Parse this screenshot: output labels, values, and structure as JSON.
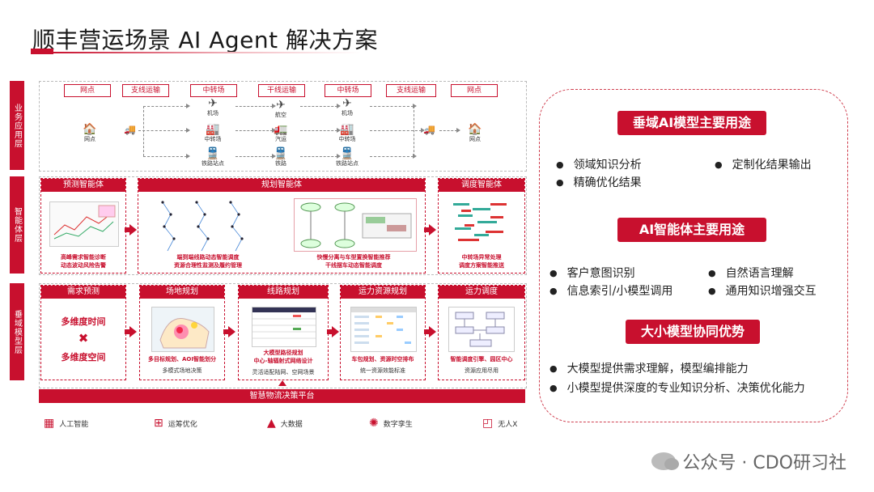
{
  "title": "顺丰营运场景 AI Agent 解决方案",
  "layers": {
    "business": "业务应用层",
    "agent": "智能体层",
    "model": "垂域模型层"
  },
  "business": {
    "tags": [
      "网点",
      "支线运输",
      "中转场",
      "干线运输",
      "中转场",
      "支线运输",
      "网点"
    ],
    "items": {
      "origin": "网点",
      "airport1": "机场",
      "hub1": "中转场",
      "rail1": "铁路站点",
      "air": "航空",
      "truck": "汽运",
      "rail": "铁路",
      "airport2": "机场",
      "hub2": "中转场",
      "rail2": "铁路站点",
      "dest": "网点"
    }
  },
  "agents": {
    "predict": {
      "title": "预测智能体",
      "cap": "高峰需求智能诊断\n动态波动风险告警"
    },
    "plan": {
      "title": "规划智能体",
      "cap1": "端到端线路动态智能调度\n资源合理性监测及履约管理",
      "cap2": "快慢分离与车型置换智能推荐\n干线摆车动态智能调度"
    },
    "dispatch": {
      "title": "调度智能体",
      "cap": "中转场异常处理\n调度方案智能推送"
    }
  },
  "models": {
    "demand": {
      "title": "需求预测",
      "line1": "多维度时间",
      "x": "✖",
      "line2": "多维度空间"
    },
    "site": {
      "title": "场地规划",
      "cap": "多目标规划、AOI智能划分",
      "sub": "多模式场地决策"
    },
    "route": {
      "title": "线路规划",
      "cap": "大模型路径规划\n中心-轴辐射式网络设计",
      "sub": "灵活适配陆网、空网场景"
    },
    "capacity": {
      "title": "运力资源规划",
      "cap": "车包规划、资源时空排布",
      "sub": "统一资源效能标准"
    },
    "schedule": {
      "title": "运力调度",
      "cap": "智能调度引擎、园区中心",
      "sub": "资源应用尽用"
    }
  },
  "platform": "智慧物流决策平台",
  "footer": [
    {
      "icon": "ai-icon",
      "label": "人工智能"
    },
    {
      "icon": "operations-icon",
      "label": "运筹优化"
    },
    {
      "icon": "bigdata-icon",
      "label": "大数据"
    },
    {
      "icon": "digital-twin-icon",
      "label": "数字孪生"
    },
    {
      "icon": "unmanned-icon",
      "label": "无人X"
    }
  ],
  "right": {
    "badge1": "垂域AI模型主要用途",
    "b1": [
      "领域知识分析",
      "定制化结果输出",
      "精确优化结果"
    ],
    "badge2": "AI智能体主要用途",
    "b2": [
      "客户意图识别",
      "自然语言理解",
      "信息索引/小模型调用",
      "通用知识增强交互"
    ],
    "badge3": "大小模型协同优势",
    "b3": [
      "大模型提供需求理解，模型编排能力",
      "小模型提供深度的专业知识分析、决策优化能力"
    ]
  },
  "watermark": "公众号 · CDO研习社",
  "colors": {
    "accent": "#c8102e"
  }
}
